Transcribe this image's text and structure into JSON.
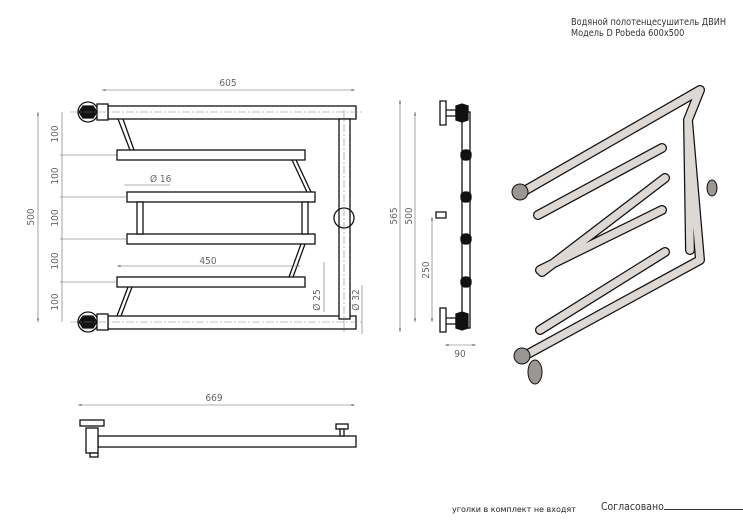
{
  "title": {
    "line1": "Водяной полотенцесушитель ДВИН",
    "line2": "Модель D Pobeda 600x500"
  },
  "dimensions": {
    "front": {
      "width": "605",
      "height": "500",
      "step1": "100",
      "step2": "100",
      "step3": "100",
      "step4": "100",
      "step5": "100",
      "bar_diameter": "Ø 16",
      "bar_length": "450",
      "diam_25": "Ø 25",
      "diam_32": "Ø 32"
    },
    "side": {
      "total": "565",
      "height": "500",
      "mid": "250",
      "depth": "90"
    },
    "bottom": {
      "length": "669"
    }
  },
  "footer": {
    "note": "уголки в комплект не входят",
    "approved_label": "Согласовано"
  }
}
